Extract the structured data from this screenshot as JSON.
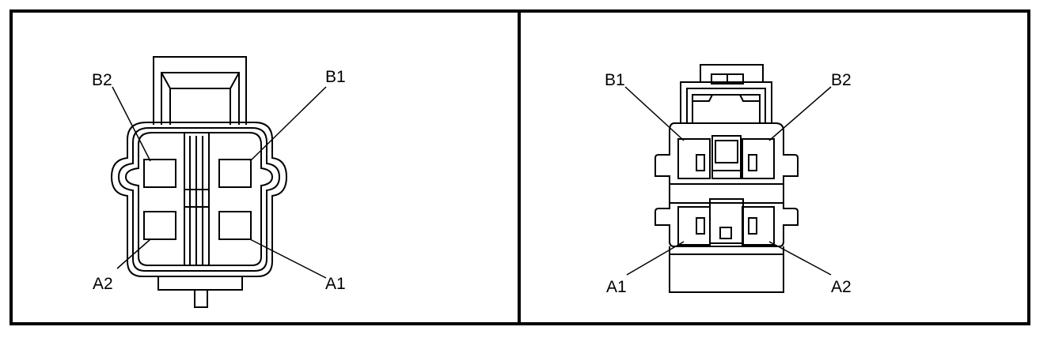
{
  "colors": {
    "line": "#000000",
    "background": "#ffffff"
  },
  "left_view": {
    "pins": {
      "b2": "B2",
      "b1": "B1",
      "a2": "A2",
      "a1": "A1"
    }
  },
  "right_view": {
    "pins": {
      "b1": "B1",
      "b2": "B2",
      "a1": "A1",
      "a2": "A2"
    }
  }
}
